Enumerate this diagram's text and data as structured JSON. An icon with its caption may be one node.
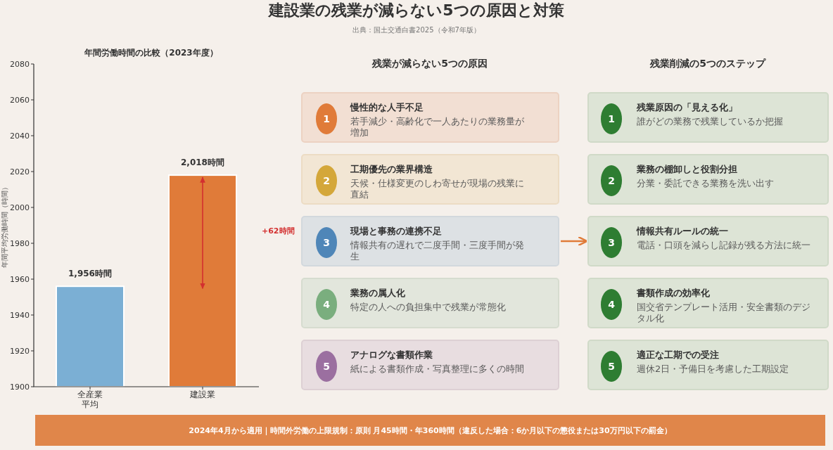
{
  "diagram": {
    "title": "建設業の残業が減らない5つの原因と対策",
    "nodes": [
      {
        "text": [
          "慢性的な人手不足",
          "若手減少・高齢化で一人あたりの業務量が増加"
        ]
      },
      {
        "text": [
          "1"
        ],
        "in": 0
      },
      {
        "text": [
          "工期優先の業界構造",
          "天候・仕様変更のしわ寄せが現場の残業に直結"
        ]
      },
      {
        "text": [
          "2"
        ],
        "in": 2
      },
      {
        "text": [
          "現場と事務の連携不足",
          "情報共有の遅れで二度手間・三度手間が発生"
        ]
      },
      {
        "text": [
          "3"
        ],
        "in": 4
      },
      {
        "text": [
          "業務の属人化",
          "特定の人への負担集中で残業が常態化"
        ]
      },
      {
        "text": [
          "4"
        ],
        "in": 6
      },
      {
        "text": [
          "アナログな書類作業",
          "紙による書類作成・写真整理に多くの時間"
        ]
      },
      {
        "text": [
          "5"
        ],
        "in": 8
      },
      {
        "text": [
          "残業原因の「見える化」",
          "誰がどの業務で残業しているか把握"
        ]
      },
      {
        "text": [
          "1"
        ],
        "in": 10
      },
      {
        "text": [
          "業務の棚卸しと役割分担",
          "分業・委託できる業務を洗い出す"
        ]
      },
      {
        "text": [
          "2"
        ],
        "in": 12
      },
      {
        "text": [
          "情報共有ルールの統一",
          "電話・口頭を減らし記録が残る方法に統一"
        ]
      },
      {
        "text": [
          "3"
        ],
        "in": 14
      },
      {
        "text": [
          "書類作成の効率化",
          "国交省テンプレート活用・安全書類のデジタル化"
        ]
      },
      {
        "text": [
          "4"
        ],
        "in": 16
      },
      {
        "text": [
          "適正な工期での受注",
          "週休2日・予備日を考慮した工期設定"
        ]
      },
      {
        "text": [
          "5"
        ],
        "in": 18
      },
      {
        "text": [
          "2024年4月から適用｜時間外労働の上限規制：原則 月45時間・年360時間（違反した場合：6か月以下の懲役または30万円以下の罰金）"
        ]
      }
    ],
    "edges": [
      {
        "from": 4,
        "to": 14,
        "arrow": "to"
      }
    ],
    "labels": [
      "出典：国土交通白書2025（令和7年版）",
      "残業が減らない5つの原因",
      "残業削減の5つのステップ"
    ],
    "chart_data": {
      "type": "bar",
      "title": "年間労働時間の比較（2023年度）",
      "ylabel": "年間平均労働時間（時間）",
      "categories": [
        "全産業平均",
        "建設業"
      ],
      "series": [
        {
          "color": "#7bafd4",
          "values": [
            1956,
            null
          ]
        },
        {
          "color": "#e07b39",
          "values": [
            null,
            2018
          ]
        }
      ],
      "ylim": [
        1900,
        2080
      ],
      "yticks": [
        1900,
        1920,
        1940,
        1960,
        1980,
        2000,
        2020,
        2040,
        2060,
        2080
      ],
      "value_labels": [
        "1,956時間",
        "2,018時間"
      ],
      "annotations": [
        {
          "text": "+62時間"
        }
      ]
    }
  }
}
